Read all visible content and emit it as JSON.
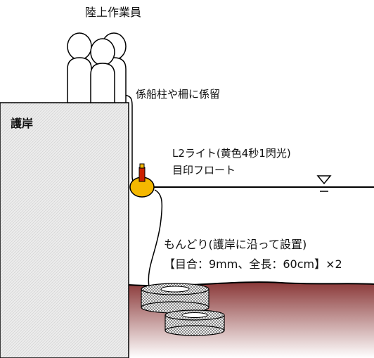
{
  "labels": {
    "workers": "陸上作業員",
    "mooring": "係船柱や柵に係留",
    "seawall": "護岸",
    "light": "L2ライト(黄色4秒1閃光)",
    "float": "目印フロート",
    "trap": "もんどり(護岸に沿って設置)",
    "spec": "【目合：9mm、全長：60cm】×2"
  },
  "colors": {
    "seawall_fill": "#ececec",
    "line": "#000000",
    "float": "#f5b800",
    "light": "#cc2200",
    "seabed_top": "#8a3838",
    "seabed_bottom": "#ffffff"
  }
}
